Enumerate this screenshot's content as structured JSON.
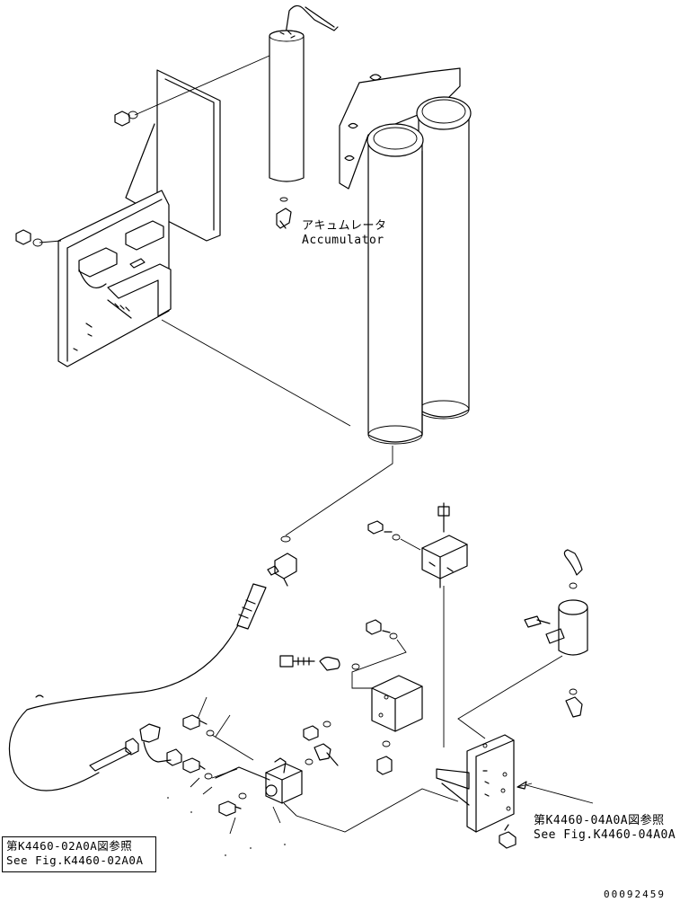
{
  "labels": {
    "accumulator_jp": "アキュムレータ",
    "accumulator_en": "Accumulator",
    "ref_right_jp": "第K4460-04A0A図参照",
    "ref_right_en": "See Fig.K4460-04A0A",
    "ref_left_jp": "第K4460-02A0A図参照",
    "ref_left_en": "See Fig.K4460-02A0A",
    "drawing_code": "00092459"
  }
}
